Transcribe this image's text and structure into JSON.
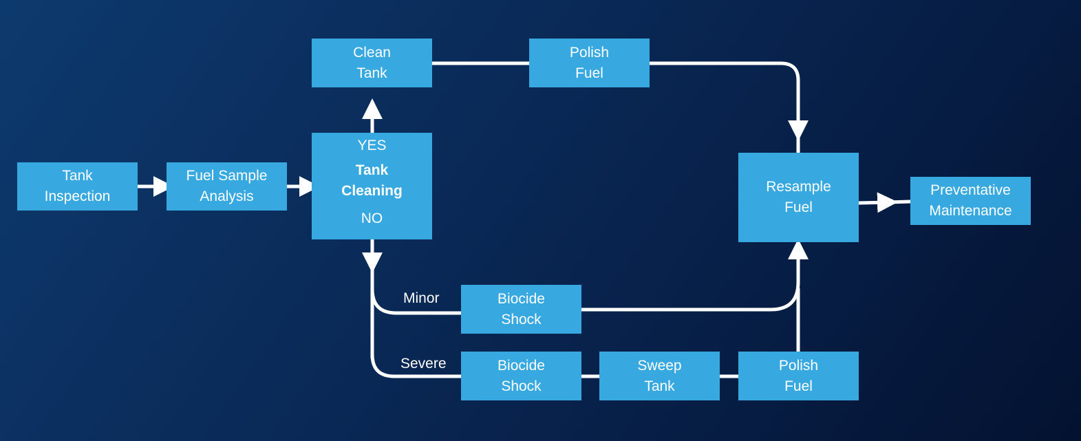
{
  "colors": {
    "box": "#38a8e0",
    "line": "#ffffff",
    "background": "#0a2a58"
  },
  "nodes": {
    "tank_inspection": [
      "Tank",
      "Inspection"
    ],
    "fuel_sample_analysis": [
      "Fuel Sample",
      "Analysis"
    ],
    "decision": {
      "yes": "YES",
      "title": [
        "Tank",
        "Cleaning"
      ],
      "no": "NO"
    },
    "clean_tank": [
      "Clean",
      "Tank"
    ],
    "polish_fuel_top": [
      "Polish",
      "Fuel"
    ],
    "resample_fuel": [
      "Resample",
      "Fuel"
    ],
    "preventative_maintenance": [
      "Preventative",
      "Maintenance"
    ],
    "biocide_shock_minor": [
      "Biocide",
      "Shock"
    ],
    "biocide_shock_severe": [
      "Biocide",
      "Shock"
    ],
    "sweep_tank": [
      "Sweep",
      "Tank"
    ],
    "polish_fuel_bottom": [
      "Polish",
      "Fuel"
    ]
  },
  "edge_labels": {
    "minor": "Minor",
    "severe": "Severe"
  }
}
